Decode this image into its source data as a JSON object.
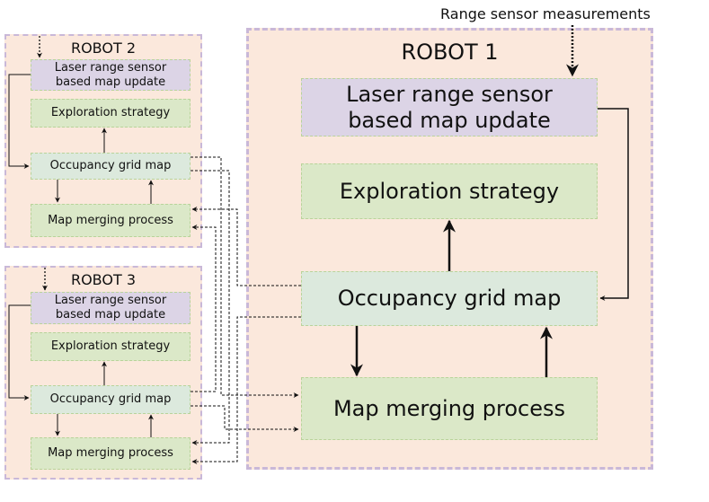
{
  "caption": "Range sensor measurements",
  "robots": [
    {
      "title": "ROBOT 1",
      "sensor": "Laser range sensor\nbased map update",
      "exploration": "Exploration strategy",
      "grid": "Occupancy grid map",
      "merging": "Map merging process"
    },
    {
      "title": "ROBOT 2",
      "sensor": "Laser range sensor\nbased map update",
      "exploration": "Exploration strategy",
      "grid": "Occupancy grid map",
      "merging": "Map merging process"
    },
    {
      "title": "ROBOT 3",
      "sensor": "Laser range sensor\nbased map update",
      "exploration": "Exploration strategy",
      "grid": "Occupancy grid map",
      "merging": "Map merging process"
    }
  ],
  "colors": {
    "robot_background": "#fbe8dc",
    "robot_border": "#c9b8d8",
    "sensor_box": "#dcd4e6",
    "exploration_box": "#dbe8c8",
    "grid_box": "#dce9dd",
    "merging_box": "#dbe8c8"
  }
}
